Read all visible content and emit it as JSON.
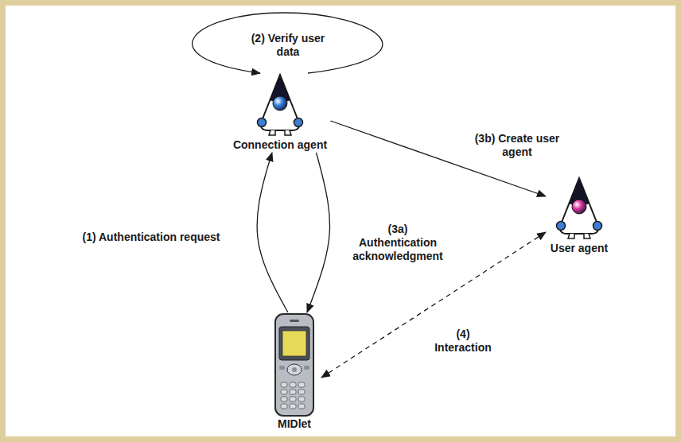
{
  "diagram": {
    "nodes": [
      {
        "text": [
          "Connection agent"
        ]
      },
      {
        "text": [
          "User agent"
        ]
      },
      {
        "text": [
          "MIDlet"
        ]
      }
    ],
    "edges": [
      {
        "from": 2,
        "to": 0,
        "arrow": "to",
        "label": "(1) Authentication request"
      },
      {
        "from": 0,
        "to": 0,
        "arrow": "to",
        "label": "(2) Verify user data"
      },
      {
        "from": 0,
        "to": 2,
        "arrow": "to",
        "label": "(3a) Authentication acknowledgment"
      },
      {
        "from": 0,
        "to": 1,
        "arrow": "to",
        "label": "(3b) Create user agent"
      },
      {
        "from": 2,
        "to": 1,
        "arrow": "both",
        "label": "(4) Interaction"
      }
    ]
  }
}
